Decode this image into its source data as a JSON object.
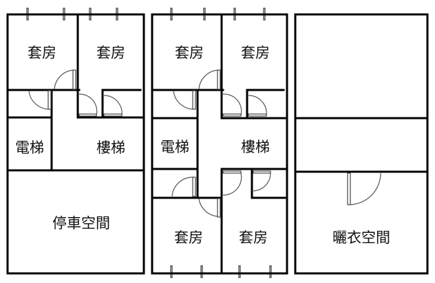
{
  "plans": [
    {
      "name": "floor-plan-1",
      "rooms": {
        "suite_left": "套房",
        "suite_right": "套房",
        "elevator": "電梯",
        "stairs": "樓梯",
        "parking": "停車空間"
      }
    },
    {
      "name": "floor-plan-2",
      "rooms": {
        "suite_top_left": "套房",
        "suite_top_right": "套房",
        "elevator": "電梯",
        "stairs": "樓梯",
        "suite_bottom_left": "套房",
        "suite_bottom_right": "套房"
      }
    },
    {
      "name": "floor-plan-3",
      "rooms": {
        "laundry": "曬衣空間"
      }
    }
  ]
}
